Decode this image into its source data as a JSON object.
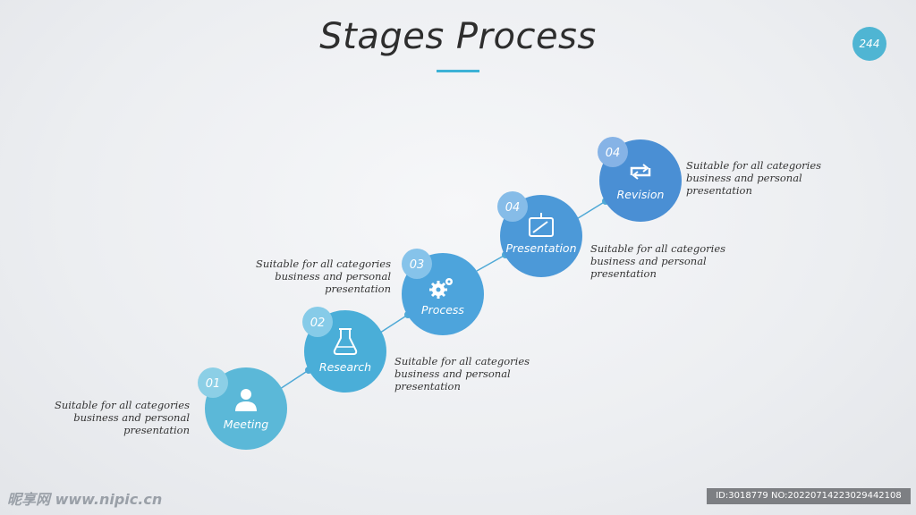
{
  "title": "Stages Process",
  "page_number": "244",
  "colors": {
    "accent": "#3db2d6",
    "stage_1": "#5bb8d8",
    "stage_2": "#4aaed8",
    "stage_3": "#4da4dc",
    "stage_4": "#4c99d8",
    "stage_5": "#4a8fd4",
    "connector": "#4fa9d6"
  },
  "stages": [
    {
      "number": "01",
      "label": "Meeting",
      "icon": "person-icon",
      "description": [
        "Suitable for all categories",
        "business and personal",
        "presentation"
      ]
    },
    {
      "number": "02",
      "label": "Research",
      "icon": "flask-icon",
      "description": [
        "Suitable for all categories",
        "business and personal",
        "presentation"
      ]
    },
    {
      "number": "03",
      "label": "Process",
      "icon": "gears-icon",
      "description": [
        "Suitable for all categories",
        "business and personal",
        "presentation"
      ]
    },
    {
      "number": "04",
      "label": "Presentation",
      "icon": "easel-icon",
      "description": [
        "Suitable for all categories",
        "business and personal",
        "presentation"
      ]
    },
    {
      "number": "04",
      "label": "Revision",
      "icon": "repeat-icon",
      "description": [
        "Suitable for all categories",
        "business and personal",
        "presentation"
      ]
    }
  ],
  "watermark": {
    "left": "昵享网 www.nipic.cn",
    "right": "ID:3018779 NO:20220714223029442108"
  }
}
